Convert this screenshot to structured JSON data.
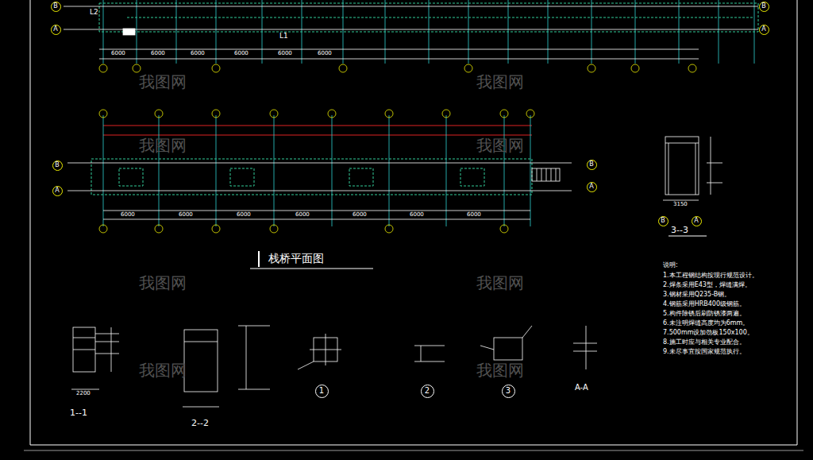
{
  "diagram": {
    "title": "栈桥平面图",
    "nodes": [
      {
        "text": [
          "B"
        ]
      },
      {
        "text": [
          "A"
        ]
      },
      {
        "text": [
          "B"
        ]
      },
      {
        "text": [
          "A"
        ]
      },
      {
        "text": [
          "B"
        ]
      },
      {
        "text": [
          "A"
        ]
      },
      {
        "text": [
          "B"
        ]
      },
      {
        "text": [
          "A"
        ]
      },
      {
        "text": [
          "B"
        ]
      },
      {
        "text": [
          "A"
        ]
      },
      {
        "text": [
          "1"
        ]
      },
      {
        "text": [
          "2"
        ]
      },
      {
        "text": [
          "3"
        ]
      }
    ],
    "labels": [
      "3--3",
      "1--1",
      "2--2",
      "A-A",
      "说明:",
      "1.本工程钢结构按现行规范设计。",
      "2.焊条采用E43型，焊缝满焊。",
      "3.钢材采用Q235-B钢。",
      "4.钢筋采用HRB400级钢筋。",
      "5.构件除锈后刷防锈漆两遍。",
      "6.未注明焊缝高度均为6mm。",
      "7.500mm设加劲板150x100。",
      "8.施工时应与相关专业配合。",
      "9.未尽事宜按国家规范执行。",
      "L2",
      "L1",
      "6000",
      "6000",
      "6000",
      "6000",
      "6000",
      "6000",
      "6000",
      "6000",
      "6000",
      "6000",
      "6000",
      "6000",
      "6000",
      "3150",
      "2200",
      "我图网",
      "我图网",
      "我图网",
      "我图网",
      "我图网",
      "我图网",
      "我图网",
      "我图网"
    ]
  }
}
